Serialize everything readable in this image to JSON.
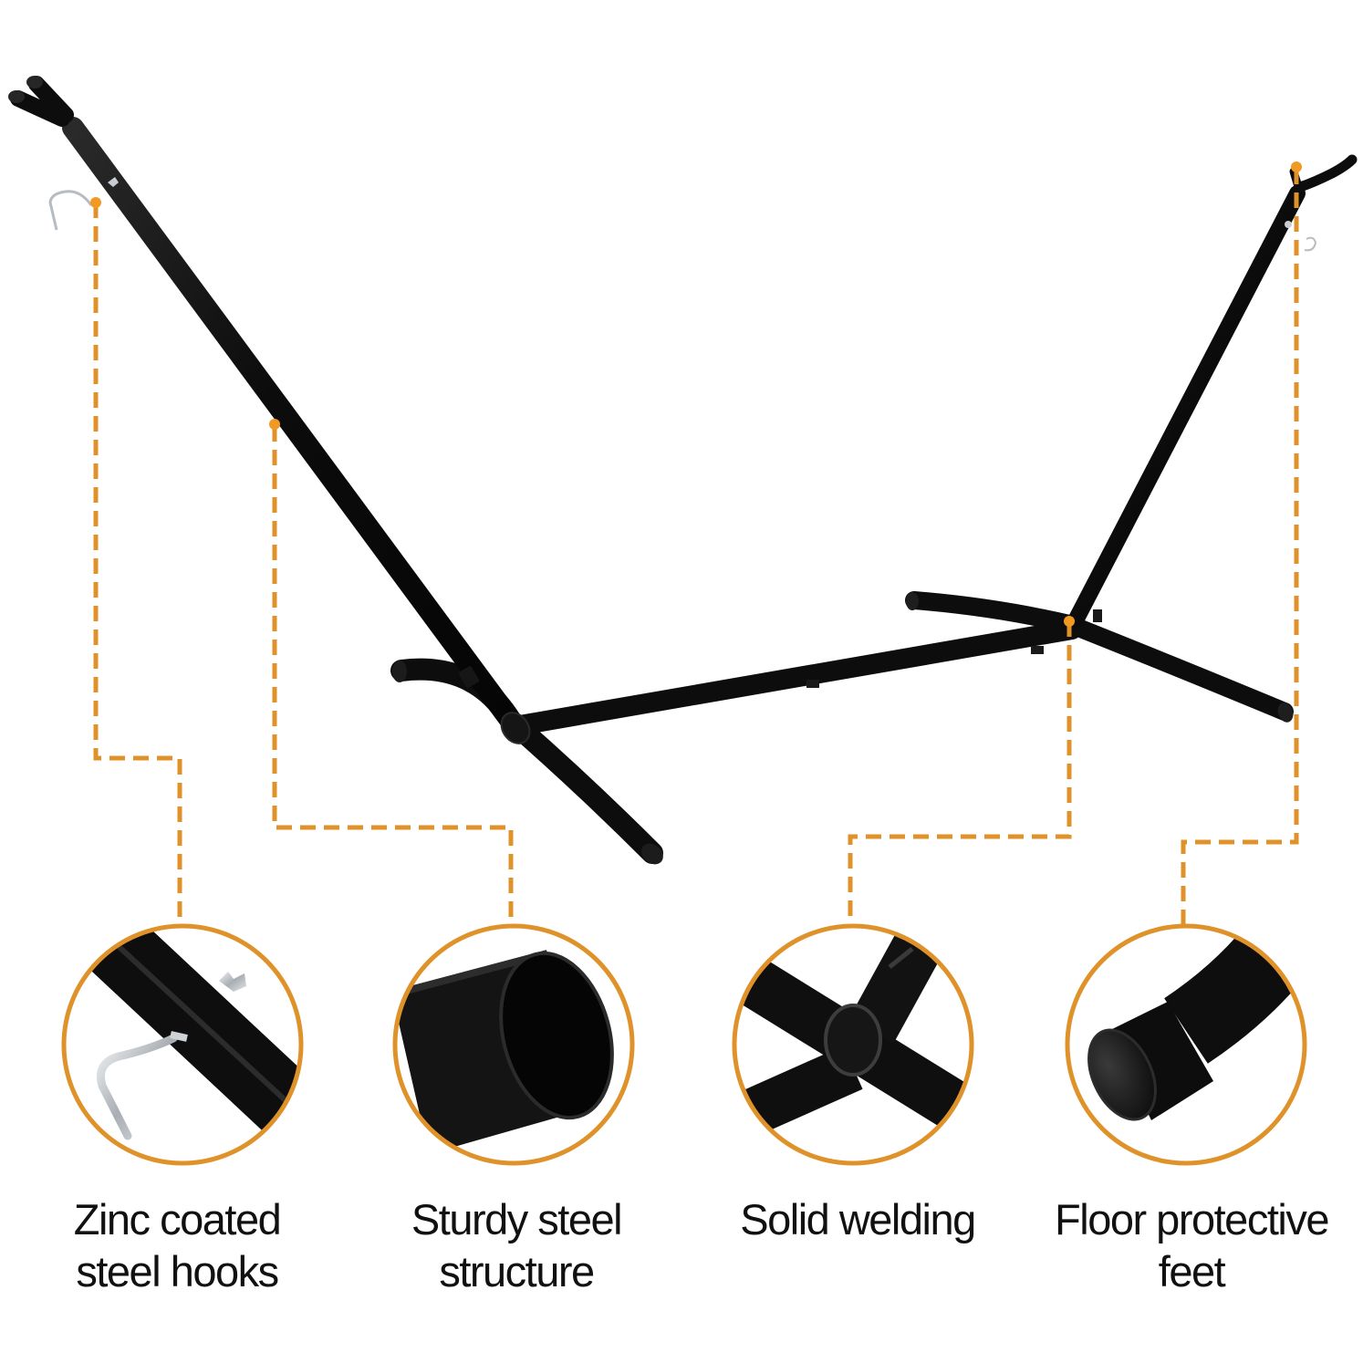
{
  "colors": {
    "accent": "#E0922A",
    "frame": "#111111",
    "background": "#FFFFFF",
    "text": "#111111",
    "hook": "#C9CDD2"
  },
  "product": {
    "name": "hammock-stand",
    "parts": [
      "left-upright-arm",
      "left-base-foot",
      "center-beam",
      "right-base-foot",
      "right-upright-arm"
    ]
  },
  "callouts": [
    {
      "id": "hooks",
      "icon": "steel-hook-closeup",
      "lines": [
        "Zinc coated",
        "steel hooks"
      ]
    },
    {
      "id": "structure",
      "icon": "steel-tube-end-closeup",
      "lines": [
        "Sturdy steel",
        "structure"
      ]
    },
    {
      "id": "welding",
      "icon": "weld-joint-closeup",
      "lines": [
        "Solid welding"
      ]
    },
    {
      "id": "feet",
      "icon": "foot-cap-closeup",
      "lines": [
        "Floor protective",
        "feet"
      ]
    }
  ]
}
